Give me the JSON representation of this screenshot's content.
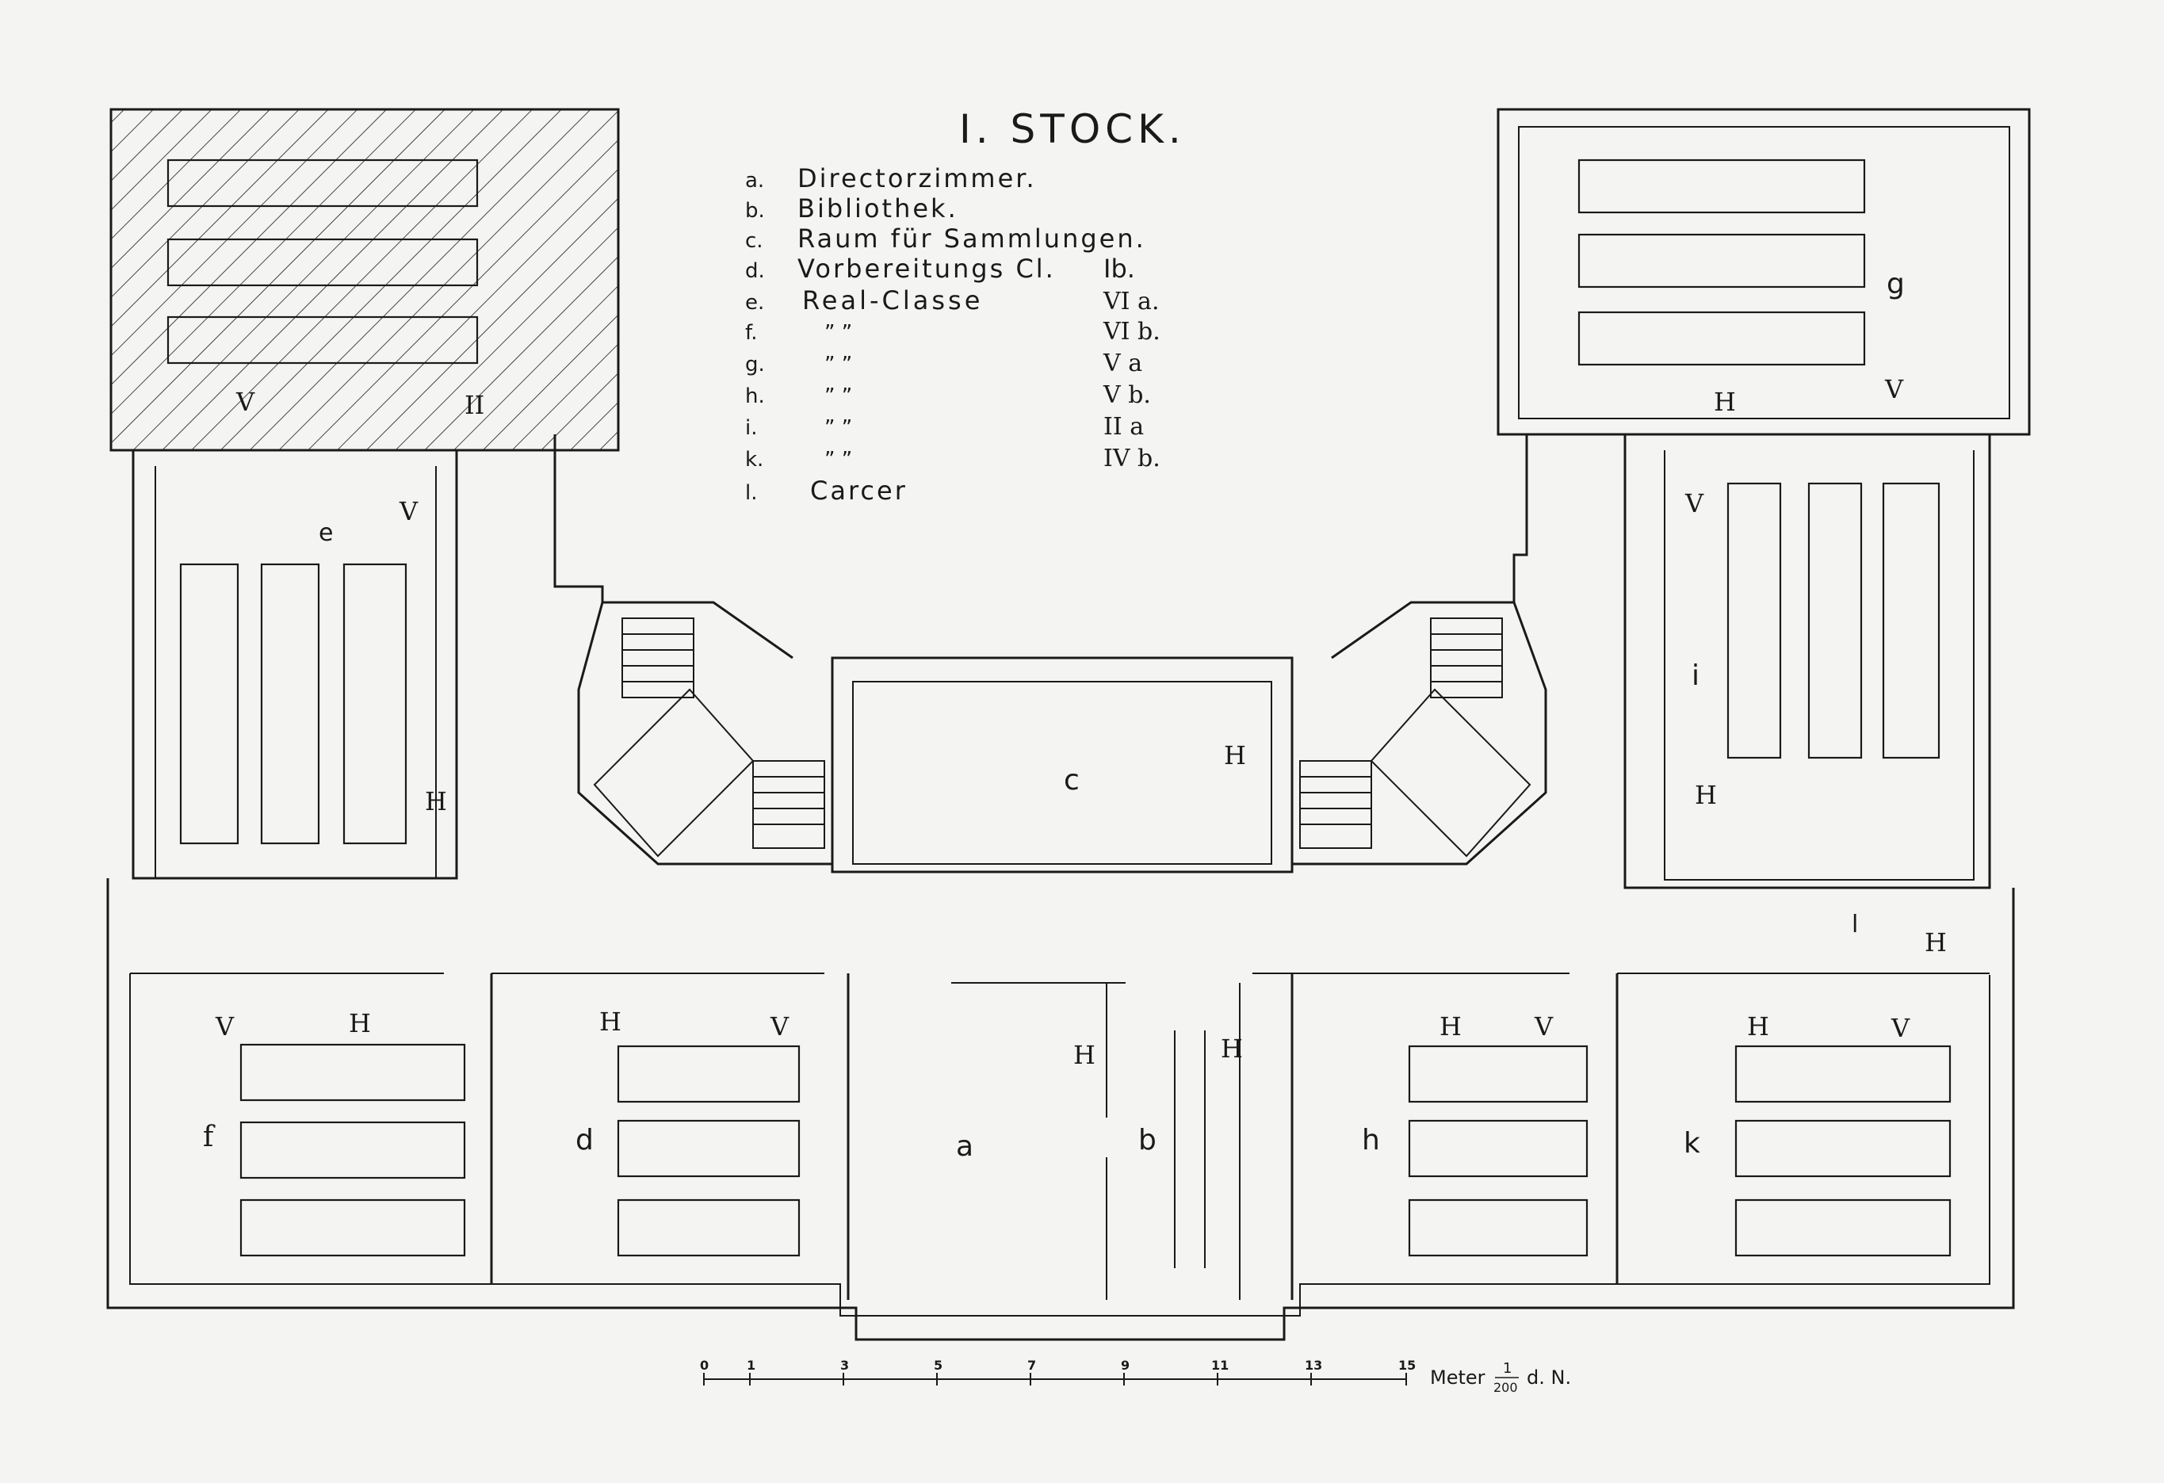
{
  "title": "I. STOCK.",
  "legend": [
    {
      "key": "a.",
      "name": "Directorzimmer.",
      "cls": ""
    },
    {
      "key": "b.",
      "name": "Bibliothek.",
      "cls": ""
    },
    {
      "key": "c.",
      "name": "Raum für Sammlungen.",
      "cls": ""
    },
    {
      "key": "d.",
      "name": "Vorbereitungs Cl.",
      "cls": "Ib."
    },
    {
      "key": "e.",
      "name": "Real-Classe",
      "cls": "VI a."
    },
    {
      "key": "f.",
      "name": "”        ”",
      "cls": "VI b."
    },
    {
      "key": "g.",
      "name": "”        ”",
      "cls": "V a"
    },
    {
      "key": "h.",
      "name": "”        ”",
      "cls": "V b."
    },
    {
      "key": "i.",
      "name": "”        ”",
      "cls": "II a"
    },
    {
      "key": "k.",
      "name": "”        ”",
      "cls": "IV b."
    },
    {
      "key": "l.",
      "name": "Carcer",
      "cls": ""
    }
  ],
  "room_letters": {
    "a": "a",
    "b": "b",
    "c": "c",
    "d": "d",
    "e": "e",
    "f": "f",
    "g": "g",
    "h": "h",
    "i": "i",
    "k": "k",
    "l": "l"
  },
  "fixture_labels": {
    "h": "H",
    "v": "V",
    "ii": "II"
  },
  "scale": {
    "ticks": [
      "0",
      "1",
      "3",
      "5",
      "7",
      "9",
      "11",
      "13",
      "15"
    ],
    "unit_prefix": "Meter",
    "ratio_num": "1",
    "ratio_den": "200",
    "unit_suffix": "d. N."
  },
  "colors": {
    "ink": "#1a1a1a",
    "paper": "#f4f4f2"
  }
}
